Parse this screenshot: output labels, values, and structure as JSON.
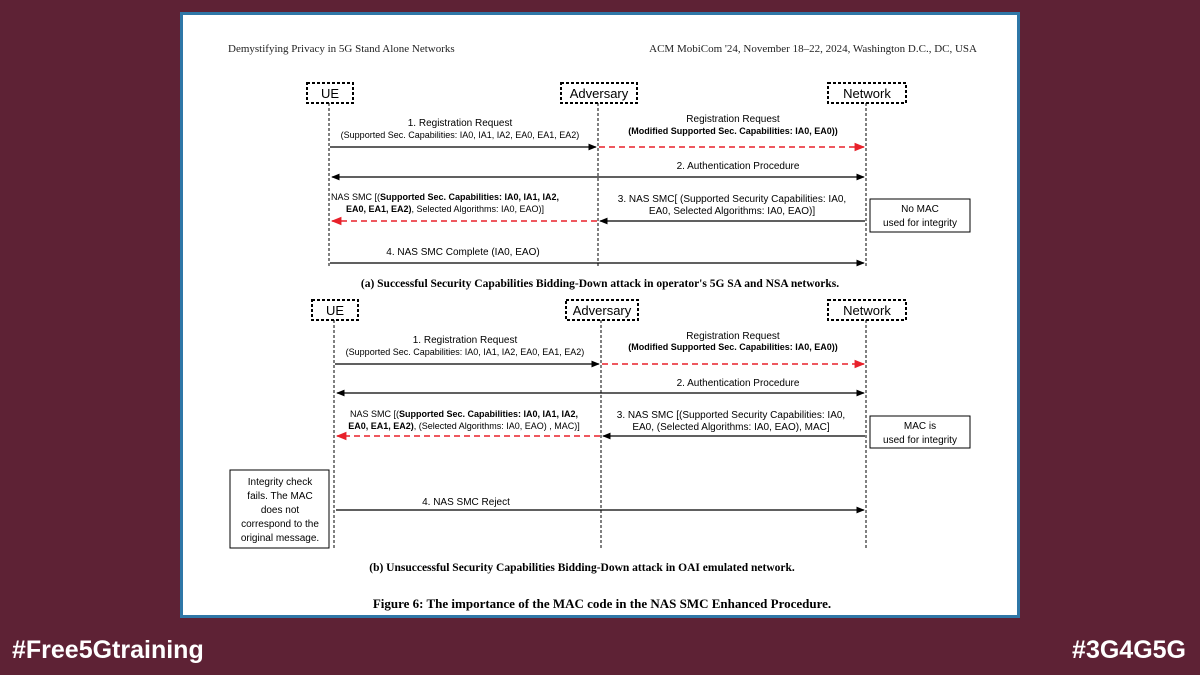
{
  "header": {
    "left": "Demystifying Privacy in 5G Stand Alone Networks",
    "right": "ACM MobiCom '24, November 18–22, 2024, Washington D.C., DC, USA"
  },
  "diagram_a": {
    "entities": {
      "ue": "UE",
      "adversary": "Adversary",
      "network": "Network"
    },
    "m1_line1": "1. Registration Request",
    "m1_line2": "(Supported Sec. Capabilities: IA0, IA1, IA2, EA0, EA1, EA2)",
    "m1r_line1": "Registration Request",
    "m1r_line2": "(Modified Supported Sec. Capabilities: IA0, EA0))",
    "m2": "2. Authentication Procedure",
    "m3l_line1_pre": "NAS SMC [(",
    "m3l_line1_bold": "Supported Sec. Capabilities:  IA0, IA1, IA2,",
    "m3l_line2_bold": "EA0, EA1, EA2)",
    "m3l_line2_post": ", Selected Algorithms: IA0, EAO)]",
    "m3r_line1": "3. NAS SMC[ (Supported Security Capabilities: IA0,",
    "m3r_line2": "EA0,  Selected Algorithms: IA0, EAO)]",
    "note_line1": "No MAC",
    "note_line2": "used for integrity",
    "m4": "4. NAS SMC Complete (IA0, EAO)",
    "caption": "(a) Successful Security Capabilities Bidding-Down attack in operator's 5G SA and NSA networks."
  },
  "diagram_b": {
    "entities": {
      "ue": "UE",
      "adversary": "Adversary",
      "network": "Network"
    },
    "m1_line1": "1. Registration Request",
    "m1_line2": "(Supported Sec. Capabilities: IA0, IA1, IA2, EA0, EA1, EA2)",
    "m1r_line1": "Registration Request",
    "m1r_line2": "(Modified Supported Sec. Capabilities: IA0, EA0))",
    "m2": "2. Authentication Procedure",
    "m3l_line1_pre": "NAS SMC [(",
    "m3l_line1_bold": "Supported Sec. Capabilities:  IA0, IA1, IA2,",
    "m3l_line2_bold": "EA0, EA1, EA2)",
    "m3l_line2_post": ", (Selected Algorithms: IA0,  EAO) , MAC)]",
    "m3r_line1": "3. NAS SMC [(Supported Security Capabilities: IA0,",
    "m3r_line2": "EA0, (Selected Algorithms: IA0, EAO), MAC]",
    "note_line1": "MAC is",
    "note_line2": "used for integrity",
    "m4": "4. NAS SMC Reject",
    "ue_note": [
      "Integrity check",
      "fails. The MAC",
      "does not",
      "correspond to the",
      "original message."
    ],
    "caption": "(b) Unsuccessful Security Capabilities Bidding-Down attack in OAI emulated network."
  },
  "figure_caption": "Figure 6: The importance of the MAC code in the NAS SMC Enhanced Procedure.",
  "hashtags": {
    "left": "#Free5Gtraining",
    "right": "#3G4G5G"
  },
  "colors": {
    "background": "#5e2235",
    "frame_border": "#2f77a7",
    "attack_arrow": "#e8202a"
  }
}
